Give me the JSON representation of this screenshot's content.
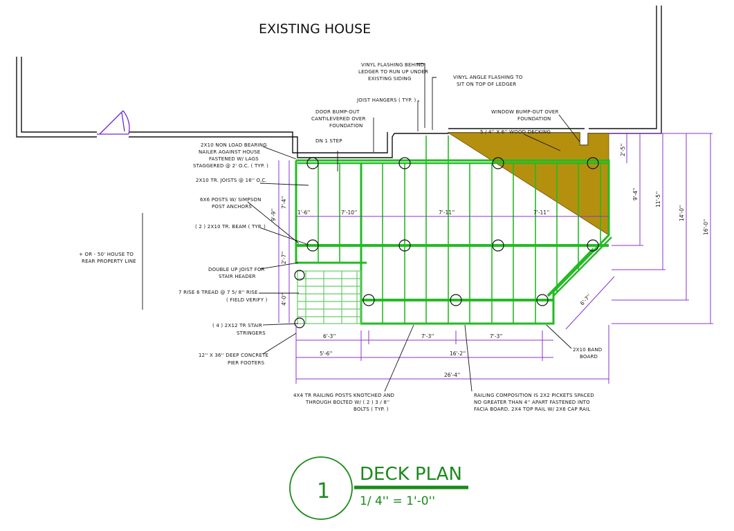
{
  "title": "EXISTING HOUSE",
  "drawing": {
    "number": "1",
    "name": "DECK PLAN",
    "scale": "1/ 4'' = 1'-0''"
  },
  "colors": {
    "framing": "#22bb22",
    "dimension": "#8833cc",
    "decking": "#b5900f",
    "outline": "#111111",
    "title": "#1a8a1a"
  },
  "notes": {
    "ledger_flashing": [
      "VINYL FLASHING BEHIND",
      "LEDGER TO RUN UP UNDER",
      "EXISTING SIDING"
    ],
    "angle_flashing": [
      "VINYL ANGLE FLASHING TO",
      "SIT ON TOP OF LEDGER"
    ],
    "joist_hangers": [
      "JOIST HANGERS ( TYP. )"
    ],
    "door_bumpout": [
      "DOOR BUMP-OUT",
      "CANTILEVERED OVER",
      "FOUNDATION"
    ],
    "step": [
      "DN 1 STEP"
    ],
    "window_bumpout": [
      "WINDOW BUMP-OUT OVER",
      "FOUNDATION"
    ],
    "decking": [
      "5 / 4'' X 6'' WOOD DECKING"
    ],
    "ledger": [
      "2X10 NON LOAD BEARING",
      "NAILER AGAINST HOUSE",
      "FASTENED W/ LAGS",
      "STAGGERED @ 2' O.C. ( TYP. )"
    ],
    "joists": [
      "2X10 TR. JOISTS @ 16'' O.C."
    ],
    "posts": [
      "6X6 POSTS W/ SIMPSON",
      "POST ANCHORS"
    ],
    "beam": [
      "( 2 ) 2X10 TR. BEAM ( TYP. )"
    ],
    "property": [
      "+ OR - 50' HOUSE TO",
      "REAR PROPERTY LINE"
    ],
    "double_joist": [
      "DOUBLE UP JOIST FOR",
      "STAIR HEADER"
    ],
    "stair_rise": [
      "7 RISE 6 TREAD @ 7 5/ 8'' RISE",
      "( FIELD VERIFY )"
    ],
    "stringers": [
      "( 4 ) 2X12 TR STAIR",
      "STRINGERS"
    ],
    "footings": [
      "12'' X 36'' DEEP CONCRETE",
      "PIER FOOTERS"
    ],
    "band_board": [
      "2X10 BAND",
      "BOARD"
    ],
    "railing_posts": [
      "4X4 TR RAILING POSTS KNOTCHED AND",
      "THROUGH BOLTED W/ ( 2 ) 3 / 8''",
      "BOLTS ( TYP. )"
    ],
    "railing_comp": [
      "RAILING COMPOSITION IS 2X2 PICKETS SPACED",
      "NO GREATER THAN 4'' APART FASTENED INTO",
      "FACIA BOARD. 2X4 TOP RAIL W/ 2X6 CAP RAIL"
    ]
  },
  "dimensions": {
    "top": [
      "1'-6''",
      "7'-10''",
      "7'-11''",
      "7'-11''"
    ],
    "bottom_row1": [
      "6'-3''",
      "7'-3''",
      "7'-3''"
    ],
    "bottom_row2": [
      "5'-6''",
      "16'-2''"
    ],
    "overall_width": "26'-4''",
    "left": [
      "9'-9''",
      "7'-4''",
      "2'-7''",
      "4'-0''"
    ],
    "right": [
      "2'-5''",
      "9'-4''",
      "11'-5''",
      "14'-0''",
      "16'-0''"
    ],
    "angled": "6'-7''"
  }
}
